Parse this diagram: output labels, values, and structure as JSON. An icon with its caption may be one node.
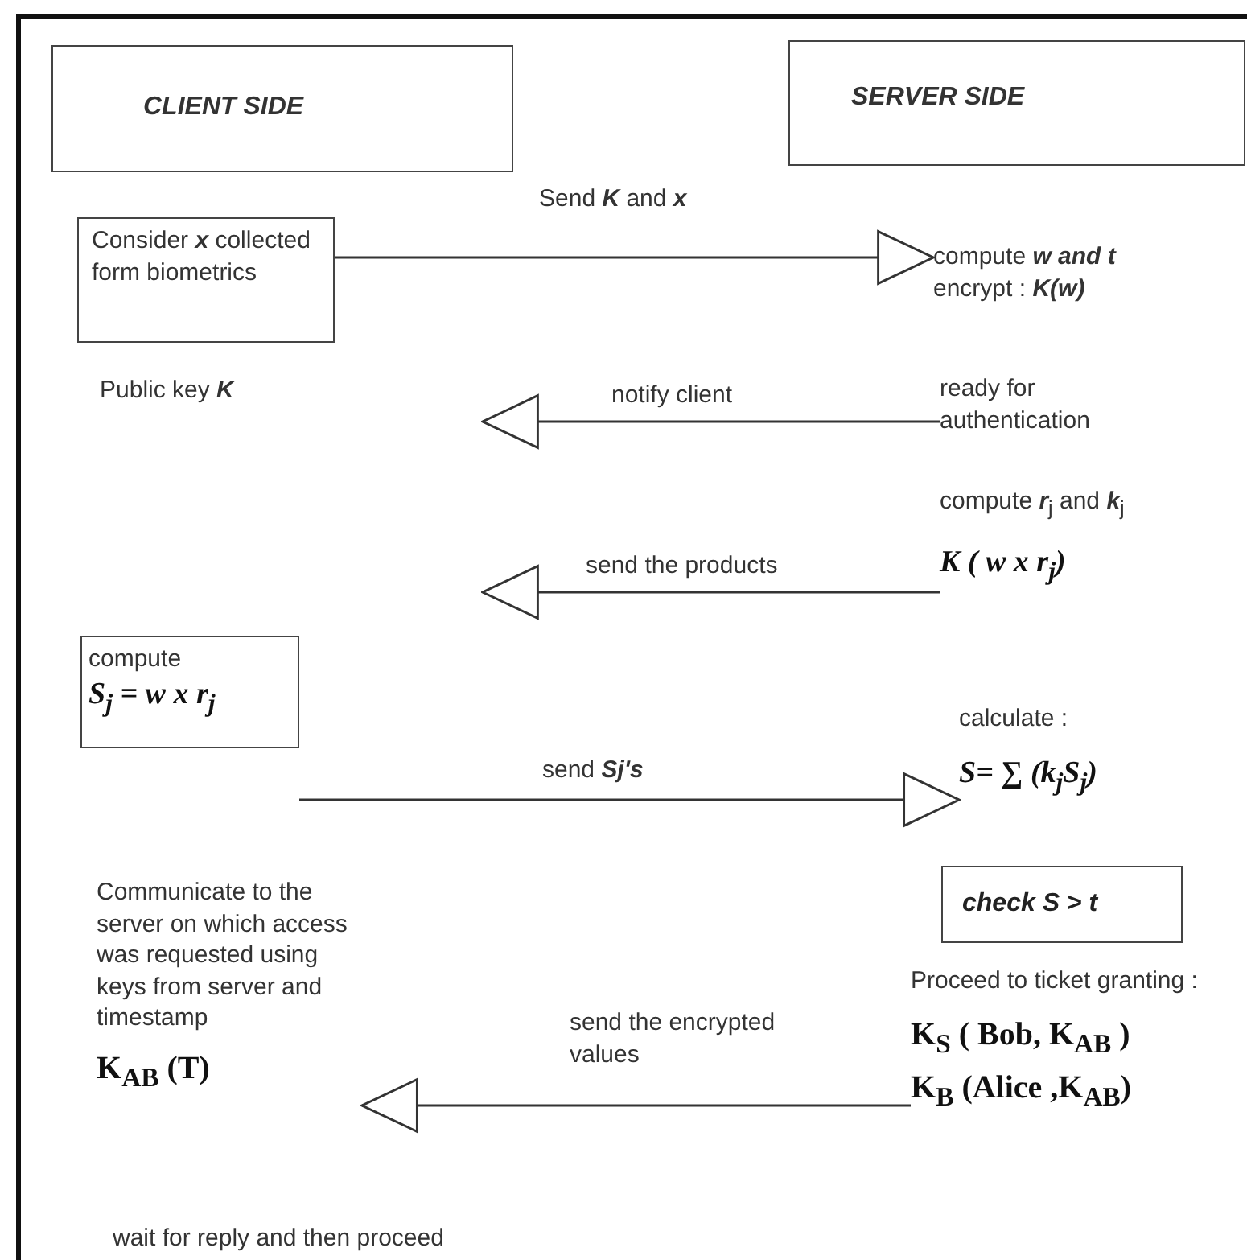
{
  "diagram": {
    "nodes": [
      {
        "text": [
          "CLIENT SIDE"
        ]
      },
      {
        "text": [
          "SERVER SIDE"
        ]
      },
      {
        "text": [
          "Consider **x** collected form biometrics"
        ]
      },
      {
        "text": [
          "compute **w and t**",
          "encrypt : **K(w)**"
        ]
      },
      {
        "text": [
          "ready for authentication"
        ]
      },
      {
        "text": [
          "compute **r**$_{j}$ and **k**$_{j}$",
          "K ( w  x  r$_{j}$)"
        ]
      },
      {
        "text": [
          "compute",
          "S$_{j}$ = w x r$_{j}$"
        ]
      },
      {
        "text": [
          "calculate :",
          "S= ∑ (k$_{j}$S$_{j}$)"
        ]
      },
      {
        "text": [
          "check S > t"
        ]
      },
      {
        "text": [
          "Communicate to the server on which access was requested using keys from server and timestamp",
          "K$_{AB}$ (T)"
        ]
      },
      {
        "text": [
          "Proceed to ticket granting :",
          "K$_{S}$ ( Bob, K$_{AB}$ )",
          "K$_{B}$ (Alice ,K$_{AB}$)"
        ]
      }
    ],
    "edges": [
      {
        "from": 2,
        "to": 3,
        "arrow": "to",
        "label": "Send **K** and **x**"
      },
      {
        "from": 4,
        "to": null,
        "arrow": "to",
        "label": "notify client"
      },
      {
        "from": 5,
        "to": null,
        "arrow": "to",
        "label": "send the products"
      },
      {
        "from": 6,
        "to": 7,
        "arrow": "to",
        "label": "send **Sj's**"
      },
      {
        "from": 10,
        "to": 9,
        "arrow": "to",
        "label": "send the encrypted values"
      }
    ],
    "labels": [
      "Public key **K**",
      "wait for reply and then proceed"
    ]
  }
}
